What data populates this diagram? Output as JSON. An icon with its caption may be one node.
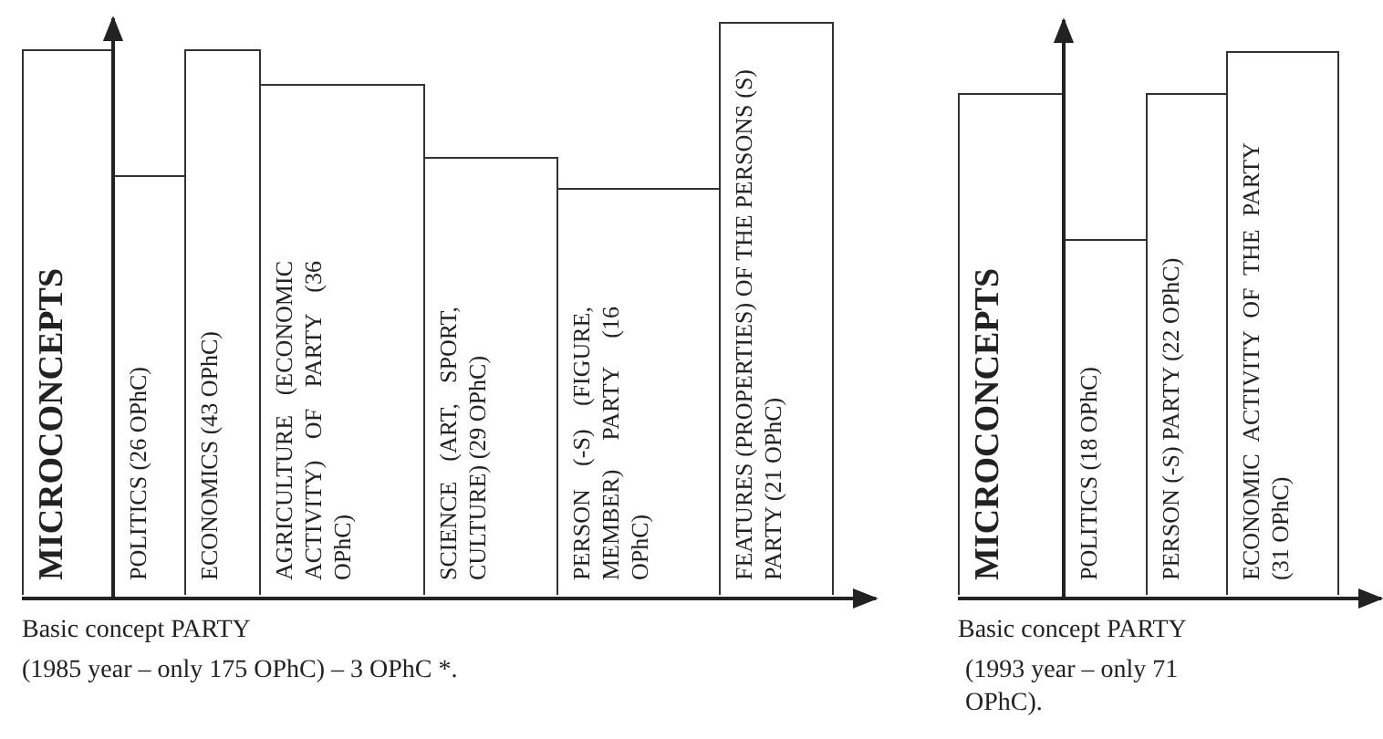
{
  "diagram": {
    "nodes": [
      {
        "text": [
          "MICROCONCEPTS"
        ]
      },
      {
        "text": [
          "POLITICS (26 OPhC)"
        ]
      },
      {
        "text": [
          "ECONOMICS (43 OPhC)"
        ]
      },
      {
        "text": [
          "AGRICULTURE (ECONOMIC ACTIVITY) OF PARTY (36 OPhC)"
        ]
      },
      {
        "text": [
          "SCIENCE (ART, SPORT, CULTURE) (29 OPhC)"
        ]
      },
      {
        "text": [
          "PERSON (-S) (FIGURE, MEMBER) PARTY (16 OPhC)"
        ]
      },
      {
        "text": [
          "FEATURES (PROPERTIES) OF THE PERSONS (S) PARTY (21 OPhC)"
        ]
      },
      {
        "text": [
          "MICROCONCEPTS"
        ]
      },
      {
        "text": [
          "POLITICS (18 OPhC)"
        ]
      },
      {
        "text": [
          "PERSON (-S) PARTY (22 OPhC)"
        ]
      },
      {
        "text": [
          "ECONOMIC ACTIVITY OF THE PARTY (31 OPhC)"
        ]
      }
    ],
    "edges": [],
    "labels": [
      "Basic concept PARTY",
      "(1985 year – only 175 OPhC) – 3 OPhC *.",
      "Basic concept PARTY",
      "(1993 year – only 71 OPhC)."
    ]
  }
}
